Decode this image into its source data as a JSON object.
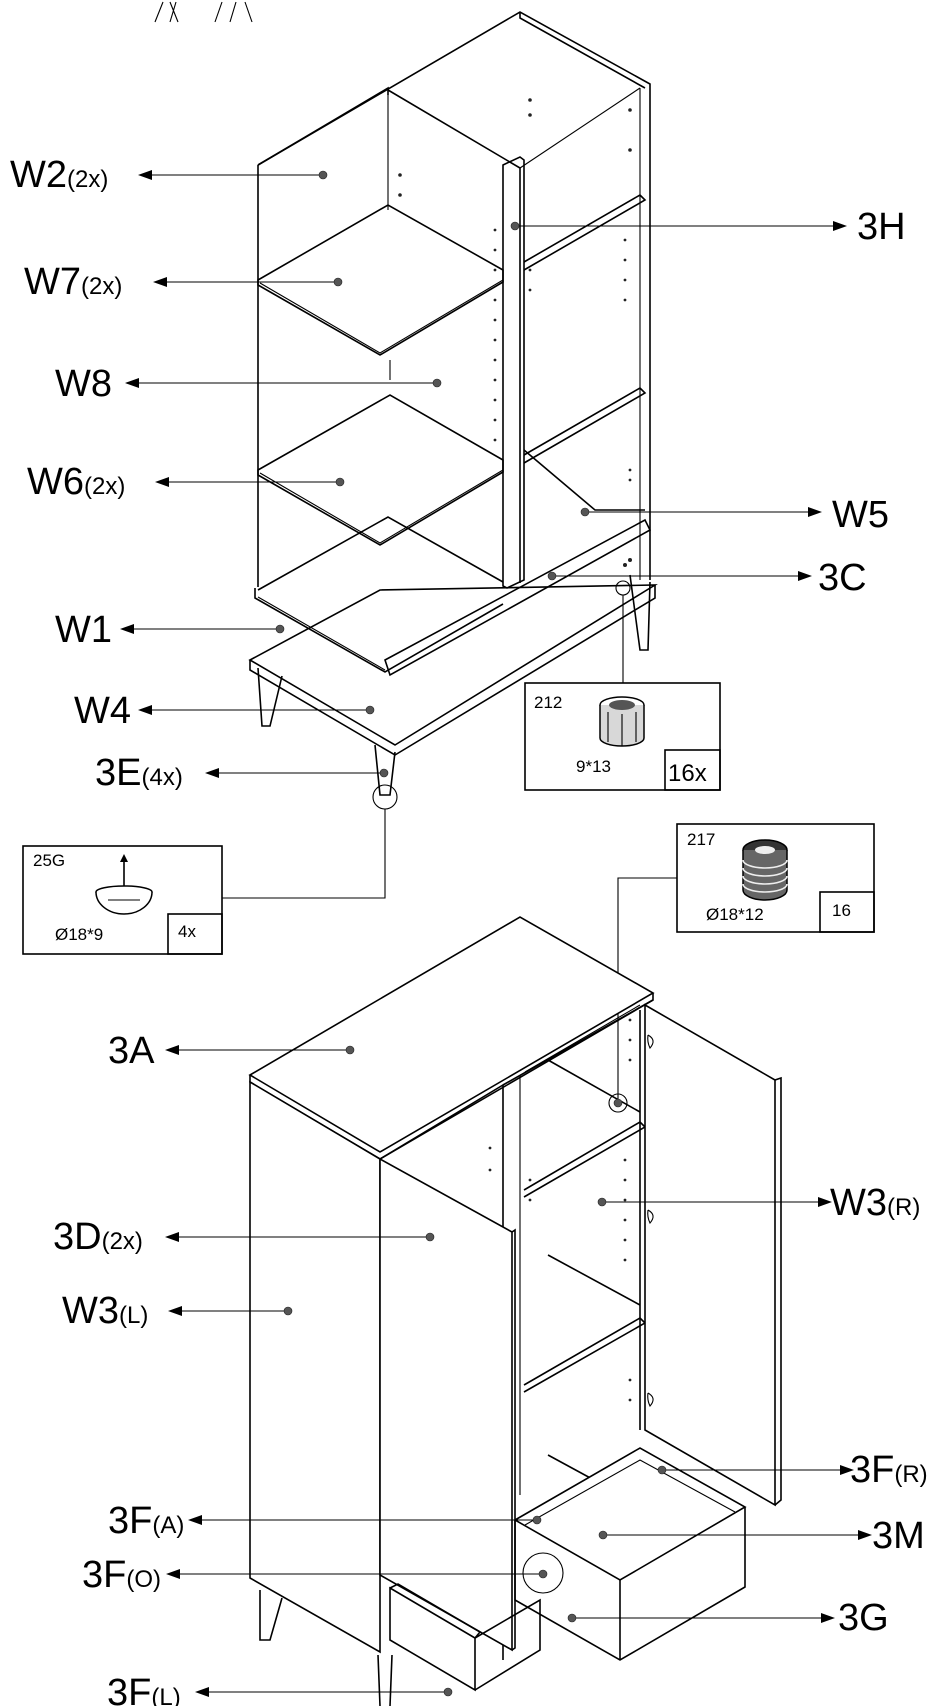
{
  "labels": {
    "W2": {
      "main": "W2",
      "sub": "(2x)"
    },
    "W7": {
      "main": "W7",
      "sub": "(2x)"
    },
    "W8": {
      "main": "W8",
      "sub": ""
    },
    "W6": {
      "main": "W6",
      "sub": "(2x)"
    },
    "W1": {
      "main": "W1",
      "sub": ""
    },
    "W4": {
      "main": "W4",
      "sub": ""
    },
    "E3": {
      "main": "3E",
      "sub": "(4x)"
    },
    "H3": {
      "main": "3H",
      "sub": ""
    },
    "W5": {
      "main": "W5",
      "sub": ""
    },
    "C3": {
      "main": "3C",
      "sub": ""
    },
    "A3": {
      "main": "3A",
      "sub": ""
    },
    "D3": {
      "main": "3D",
      "sub": "(2x)"
    },
    "W3L": {
      "main": "W3",
      "sub": "(L)"
    },
    "W3R": {
      "main": "W3",
      "sub": "(R)"
    },
    "FR": {
      "main": "3F",
      "sub": "(R)"
    },
    "M3": {
      "main": "3M",
      "sub": ""
    },
    "FA": {
      "main": "3F",
      "sub": "(A)"
    },
    "FO": {
      "main": "3F",
      "sub": "(O)"
    },
    "G3": {
      "main": "3G",
      "sub": ""
    },
    "FL": {
      "main": "3F",
      "sub": "(L)"
    }
  },
  "parts": {
    "p212": {
      "code": "212",
      "size": "9*13",
      "qty": "16x"
    },
    "p25G": {
      "code": "25G",
      "size": "Ø18*9",
      "qty": "4x"
    },
    "p217": {
      "code": "217",
      "size": "Ø18*12",
      "qty": "16"
    }
  }
}
